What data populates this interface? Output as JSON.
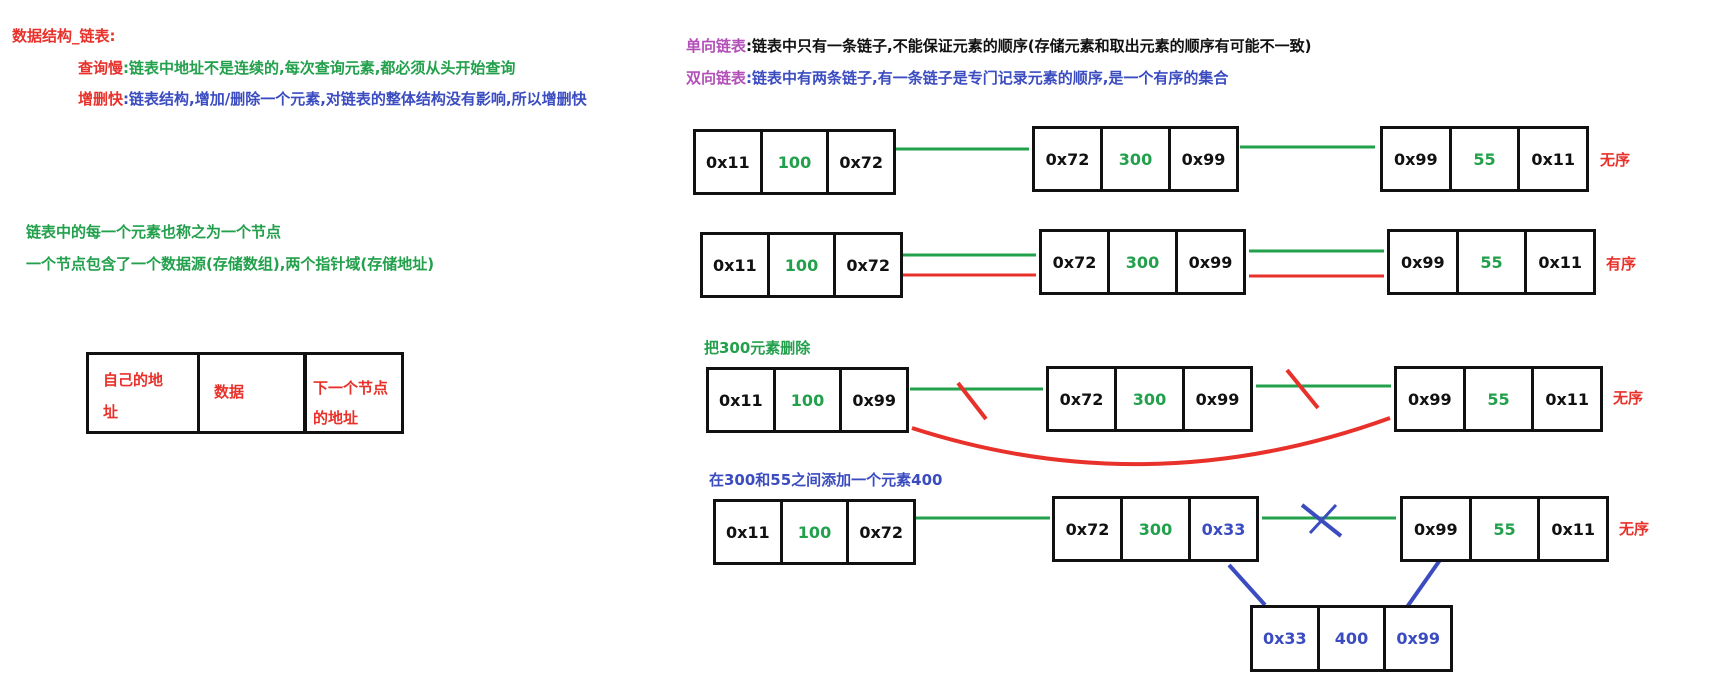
{
  "left": {
    "title": "数据结构_链表:",
    "slow_query": {
      "label": "查询慢",
      "text": ":链表中地址不是连续的,每次查询元素,都必须从头开始查询"
    },
    "fast_modify": {
      "label": "增删快",
      "text": ":链表结构,增加/删除一个元素,对链表的整体结构没有影响,所以增删快"
    },
    "node_line1": "链表中的每一个元素也称之为一个节点",
    "node_line2": "一个节点包含了一个数据源(存储数组),两个指针域(存储地址)",
    "legend": {
      "self_addr_1": "自己的地",
      "self_addr_2": "址",
      "data": "数据",
      "next_addr_1": "下一个节点",
      "next_addr_2": "的地址"
    }
  },
  "right": {
    "singly": {
      "label": "单向链表",
      "text": ":链表中只有一条链子,不能保证元素的顺序(存储元素和取出元素的顺序有可能不一致)"
    },
    "doubly": {
      "label": "双向链表",
      "text": ":链表中有两条链子,有一条链子是专门记录元素的顺序,是一个有序的集合"
    },
    "row1": {
      "nodes": [
        [
          "0x11",
          "100",
          "0x72"
        ],
        [
          "0x72",
          "300",
          "0x99"
        ],
        [
          "0x99",
          "55",
          "0x11"
        ]
      ],
      "tag": "无序"
    },
    "row2": {
      "nodes": [
        [
          "0x11",
          "100",
          "0x72"
        ],
        [
          "0x72",
          "300",
          "0x99"
        ],
        [
          "0x99",
          "55",
          "0x11"
        ]
      ],
      "tag": "有序"
    },
    "row3": {
      "caption": "把300元素删除",
      "nodes": [
        [
          "0x11",
          "100",
          "0x99"
        ],
        [
          "0x72",
          "300",
          "0x99"
        ],
        [
          "0x99",
          "55",
          "0x11"
        ]
      ],
      "tag": "无序"
    },
    "row4": {
      "caption": "在300和55之间添加一个元素400",
      "nodes": [
        [
          "0x11",
          "100",
          "0x72"
        ],
        [
          "0x72",
          "300",
          "0x33"
        ],
        [
          "0x99",
          "55",
          "0x11"
        ]
      ],
      "tag": "无序",
      "new_node": [
        "0x33",
        "400",
        "0x99"
      ]
    }
  },
  "colors": {
    "red": "#e8312a",
    "green": "#22a04b",
    "blue": "#3b4cc0",
    "purple": "#b34fb8",
    "black": "#111111"
  }
}
